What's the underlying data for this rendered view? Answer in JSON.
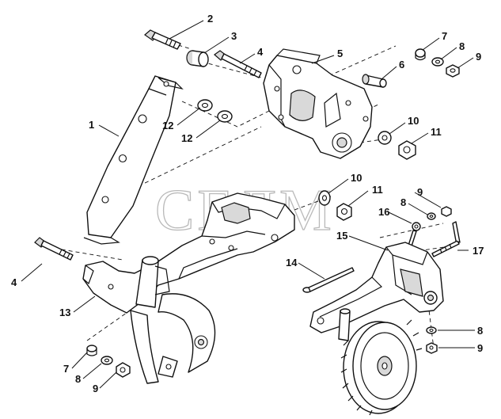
{
  "watermark": "СЕДМ",
  "callouts": {
    "c1": "1",
    "c2": "2",
    "c3": "3",
    "c4a": "4",
    "c4b": "4",
    "c5": "5",
    "c6": "6",
    "c7a": "7",
    "c7b": "7",
    "c8a": "8",
    "c8b": "8",
    "c8c": "8",
    "c8d": "8",
    "c9a": "9",
    "c9b": "9",
    "c9c": "9",
    "c9d": "9",
    "c10a": "10",
    "c10b": "10",
    "c11a": "11",
    "c11b": "11",
    "c12a": "12",
    "c12b": "12",
    "c13": "13",
    "c14": "14",
    "c15": "15",
    "c16": "16",
    "c17": "17"
  }
}
